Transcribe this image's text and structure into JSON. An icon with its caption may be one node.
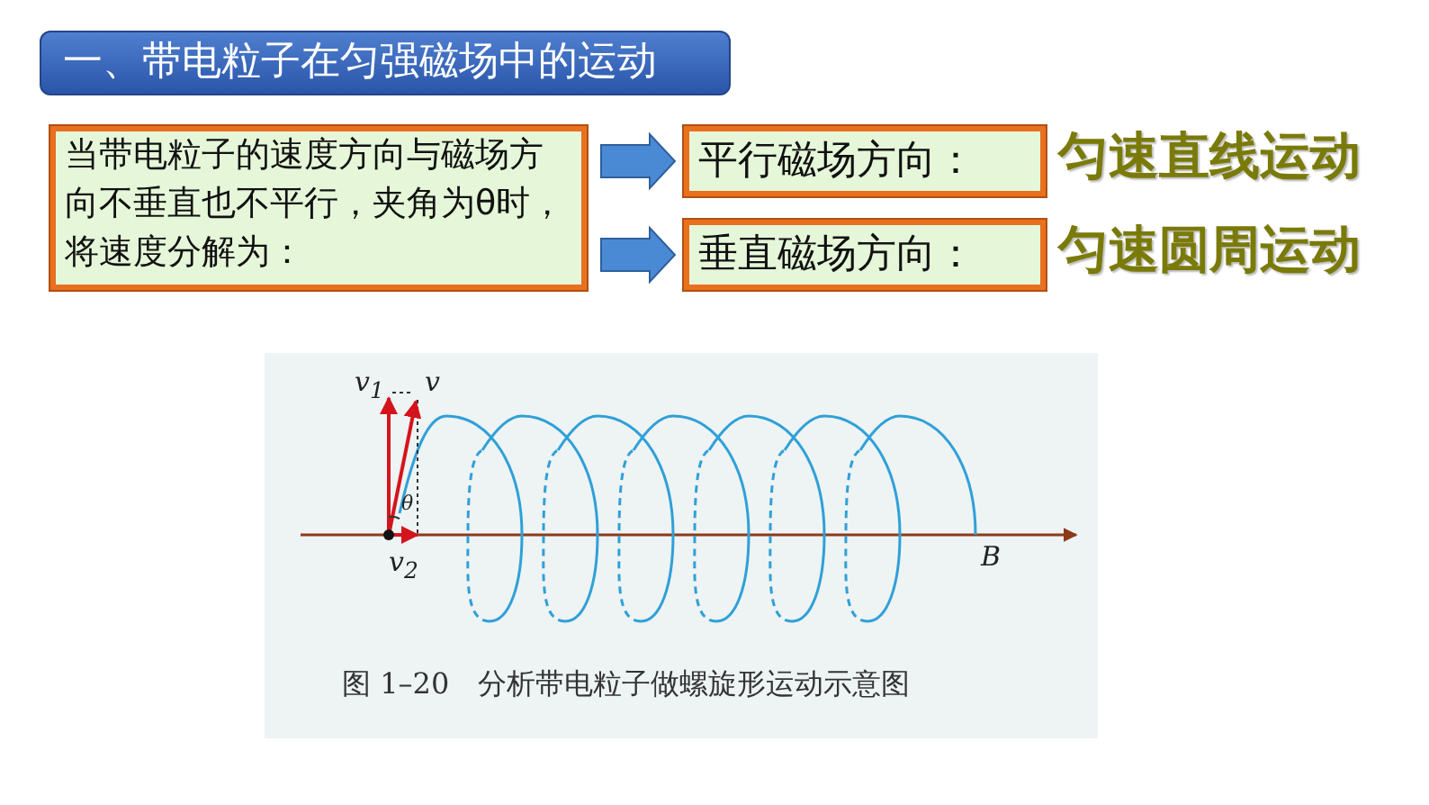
{
  "diagram": {
    "title": "一、带电粒子在匀强磁场中的运动",
    "nodes": [
      {
        "text": [
          "当带电粒子的速度方向与磁场方向不垂直也不平行，夹角为θ时，将速度分解为："
        ]
      },
      {
        "text": [
          "平行磁场方向："
        ],
        "beside": [
          "匀速直线运动"
        ]
      },
      {
        "text": [
          "垂直磁场方向："
        ],
        "beside": [
          "匀速圆周运动"
        ]
      }
    ],
    "edges": [
      {
        "from": 0,
        "to": 1,
        "arrow": "to"
      },
      {
        "from": 0,
        "to": 2,
        "arrow": "to"
      }
    ],
    "labels": [
      "v$_{1}$",
      "v",
      "θ",
      "v$_{2}$",
      "B"
    ],
    "caption": "图 1–20　分析带电粒子做螺旋形运动示意图"
  }
}
